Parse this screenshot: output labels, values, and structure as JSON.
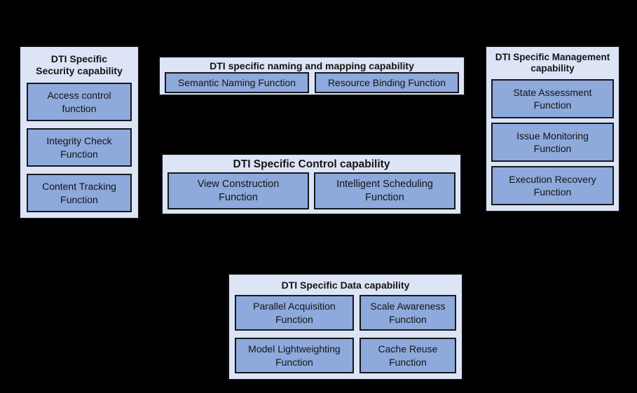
{
  "diagram": {
    "background": "#000000",
    "colors": {
      "group_fill": "#dce4f6",
      "group_border": "#0e0e12",
      "box_fill": "#8ea9db",
      "box_border": "#17171c",
      "text": "#141414"
    },
    "groups": {
      "security": {
        "title": "DTI Specific\nSecurity capability",
        "functions": [
          "Access control\nfunction",
          "Integrity Check\nFunction",
          "Content Tracking\nFunction"
        ]
      },
      "naming": {
        "title": "DTI specific naming and mapping capability",
        "functions": [
          "Semantic Naming Function",
          "Resource Binding Function"
        ]
      },
      "management": {
        "title": "DTI Specific Management\ncapability",
        "functions": [
          "State Assessment\nFunction",
          "Issue Monitoring\nFunction",
          "Execution Recovery\nFunction"
        ]
      },
      "control": {
        "title": "DTI Specific Control capability",
        "functions": [
          "View Construction\nFunction",
          "Intelligent Scheduling\nFunction"
        ]
      },
      "data": {
        "title": "DTI Specific Data capability",
        "functions": [
          "Parallel Acquisition\nFunction",
          "Scale Awareness\nFunction",
          "Model Lightweighting\nFunction",
          "Cache Reuse\nFunction"
        ]
      }
    }
  }
}
